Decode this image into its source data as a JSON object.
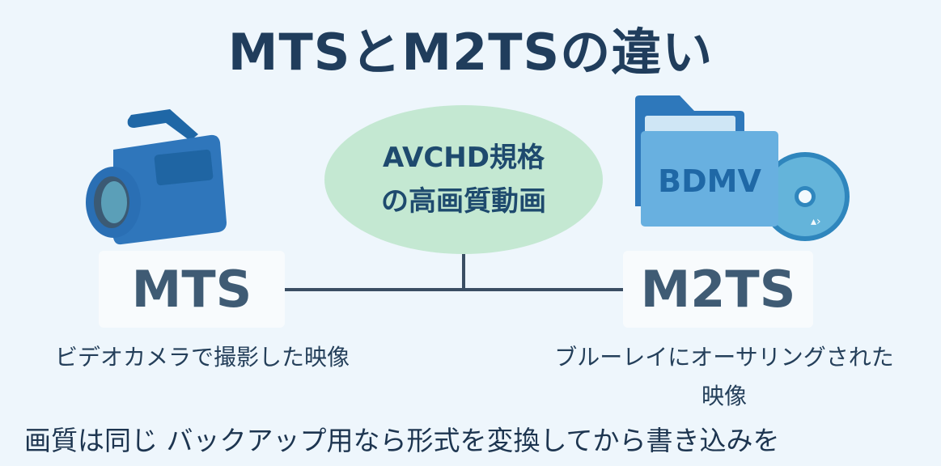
{
  "title": "MTSとM2TSの違い",
  "center": {
    "line1": "AVCHD規格",
    "line2": "の高画質動画"
  },
  "left": {
    "format": "MTS",
    "icon": "video-camera-icon",
    "caption": "ビデオカメラで撮影した映像"
  },
  "right": {
    "format": "M2TS",
    "icon": "folder-disc-icon",
    "folder_label": "BDMV",
    "caption_line1": "ブルーレイにオーサリングされた",
    "caption_line2": "映像"
  },
  "footer": "画質は同じ バックアップ用なら形式を変換してから書き込みを",
  "colors": {
    "background": "#eef6fc",
    "accent": "#2f73b4",
    "ellipse": "#c4e8d2",
    "text": "#203d5c"
  }
}
